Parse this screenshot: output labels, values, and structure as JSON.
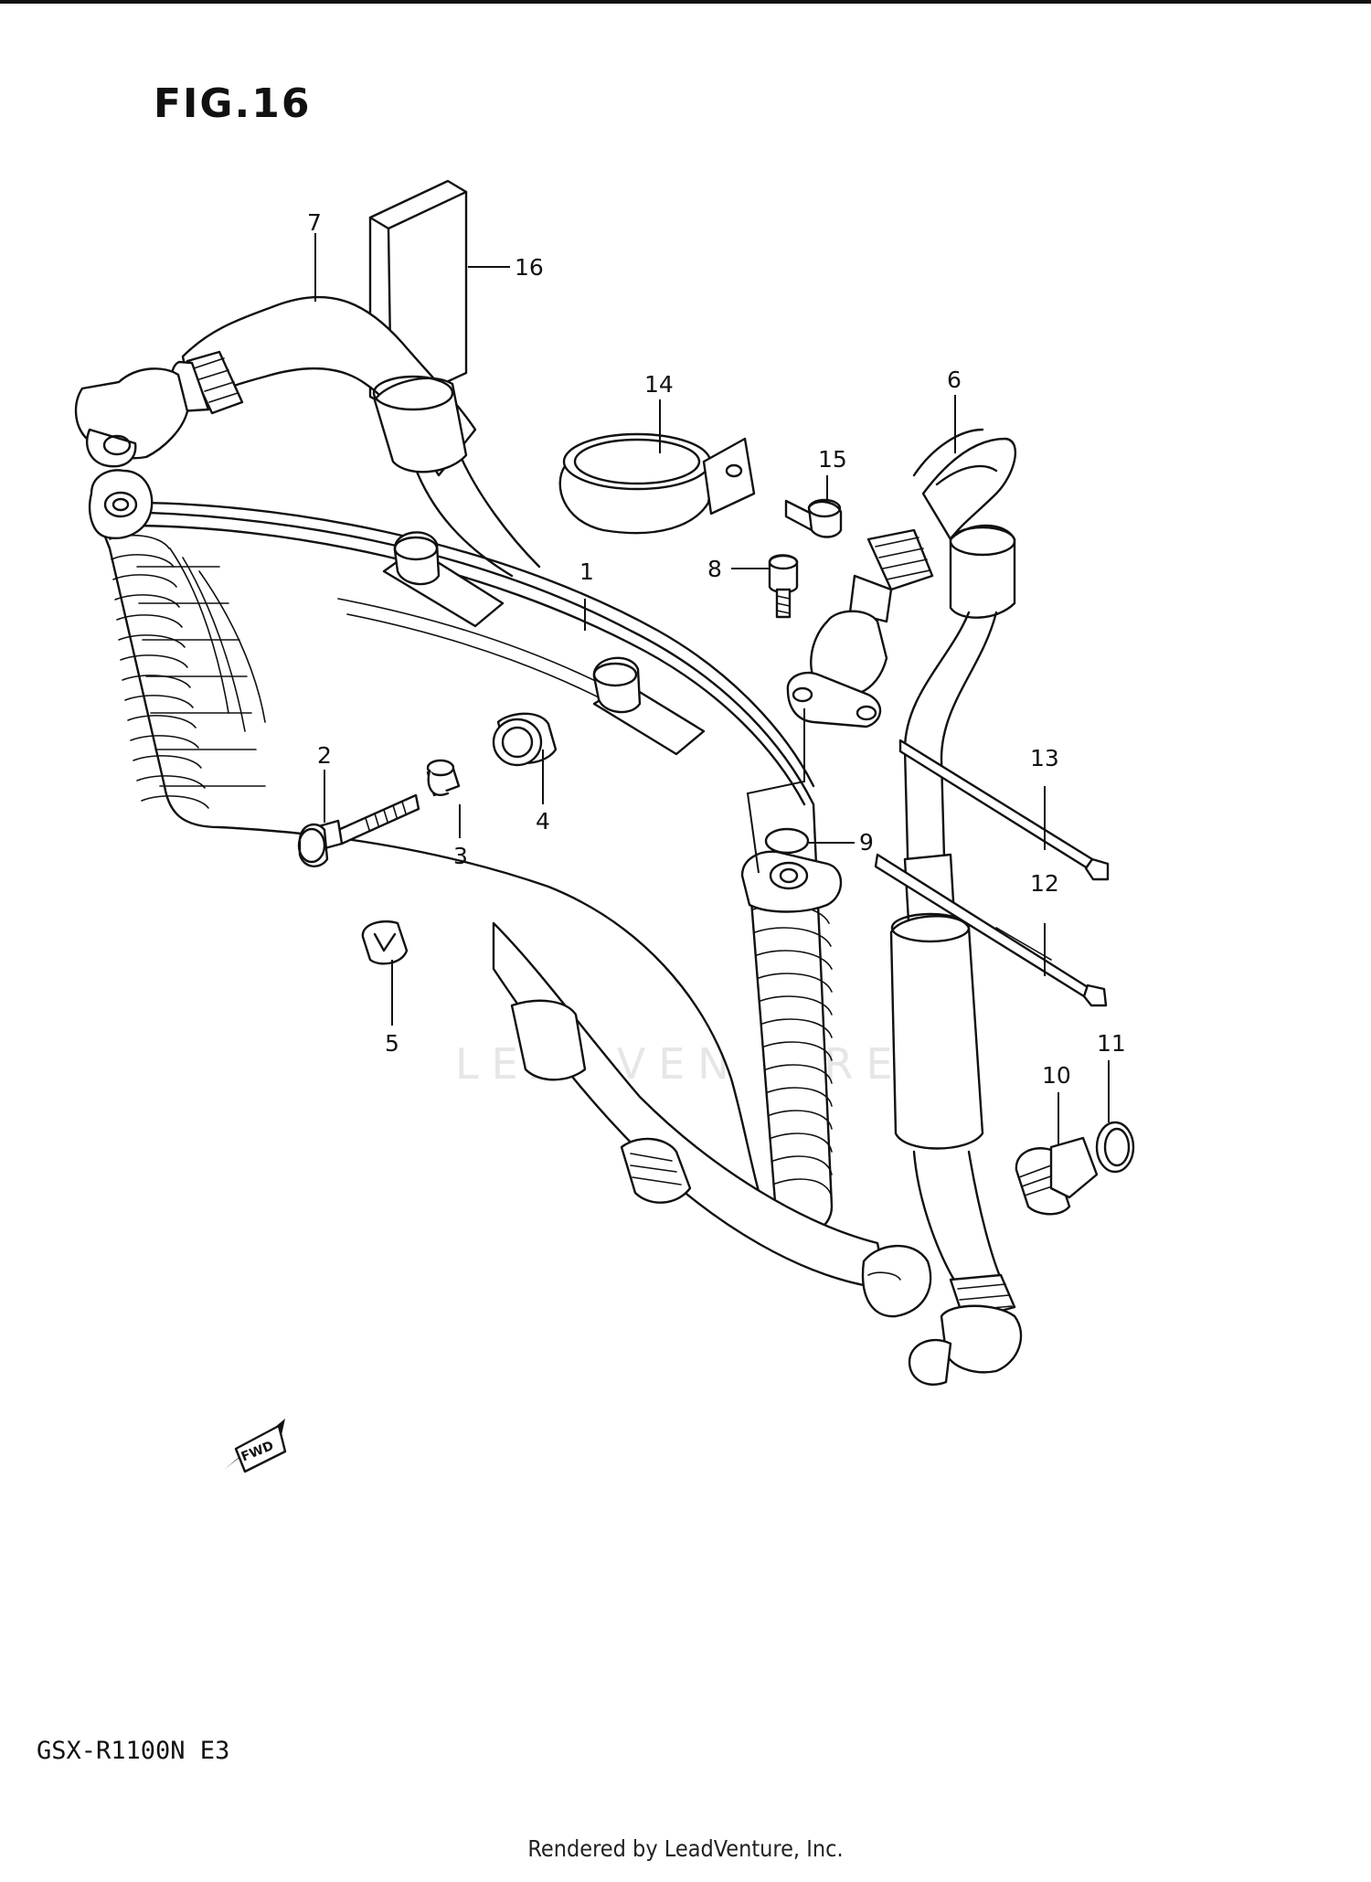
{
  "figure": {
    "title": "FIG.16"
  },
  "model": {
    "code": "GSX-R1100N E3"
  },
  "footer": {
    "text": "Rendered by LeadVenture, Inc."
  },
  "watermark": {
    "text": "LEADVENTURE"
  },
  "fwd_arrow": {
    "label": "FWD"
  },
  "parts": [
    {
      "number": "1"
    },
    {
      "number": "2"
    },
    {
      "number": "3"
    },
    {
      "number": "4"
    },
    {
      "number": "5"
    },
    {
      "number": "6"
    },
    {
      "number": "7"
    },
    {
      "number": "8"
    },
    {
      "number": "9"
    },
    {
      "number": "10"
    },
    {
      "number": "11"
    },
    {
      "number": "12"
    },
    {
      "number": "13"
    },
    {
      "number": "14"
    },
    {
      "number": "15"
    },
    {
      "number": "16"
    }
  ]
}
